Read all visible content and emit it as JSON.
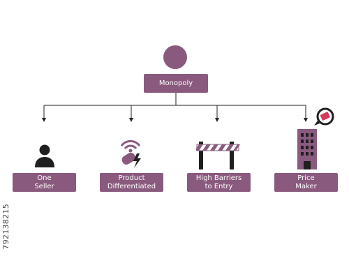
{
  "diagram": {
    "root": {
      "label": "Monopoly"
    },
    "children": [
      {
        "label_lines": [
          "One",
          "Seller"
        ],
        "icon": "person-icon"
      },
      {
        "label_lines": [
          "Product",
          "Differentiated"
        ],
        "icon": "wireless-plug-icon"
      },
      {
        "label_lines": [
          "High Barriers",
          "to Entry"
        ],
        "icon": "barrier-icon"
      },
      {
        "label_lines": [
          "Price",
          "Maker"
        ],
        "icon": "building-price-tag-icon"
      }
    ]
  },
  "colors": {
    "box": "#8a5a7e",
    "box_text": "#ffffff",
    "lines": "#222222",
    "icon_dark": "#1f1f1f"
  },
  "watermark": {
    "id": "792138215"
  }
}
